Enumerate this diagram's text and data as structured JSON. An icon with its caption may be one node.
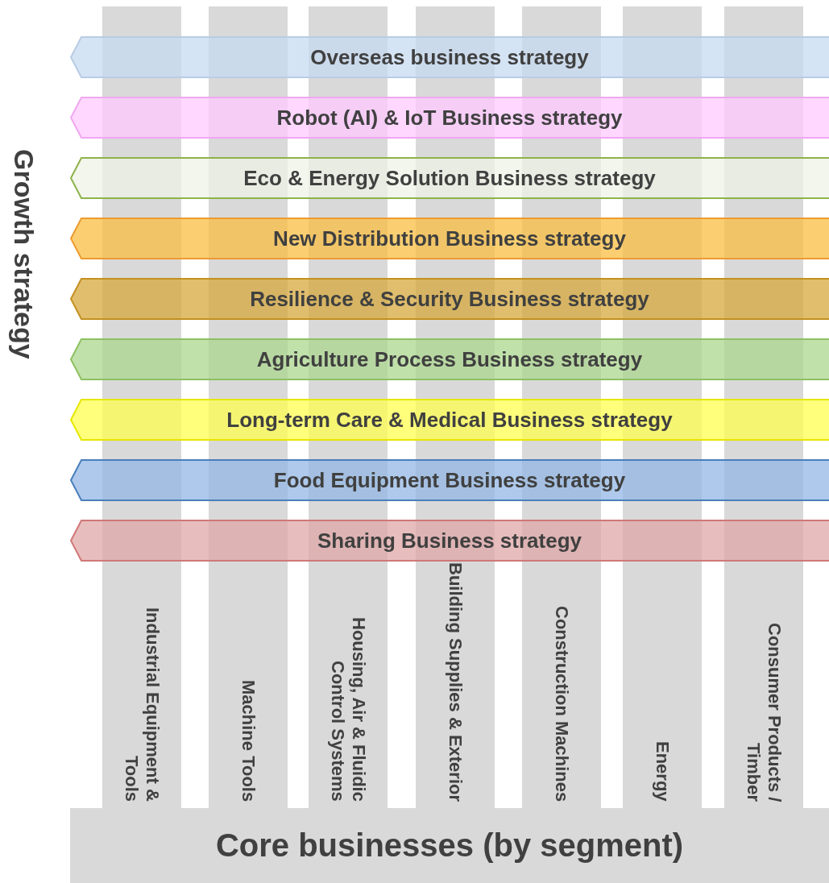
{
  "diagram": {
    "nodes": [
      {
        "text": [
          "Overseas business strategy"
        ]
      },
      {
        "text": [
          "Robot (AI) & IoT Business strategy"
        ]
      },
      {
        "text": [
          "Eco & Energy Solution Business strategy"
        ]
      },
      {
        "text": [
          "New Distribution Business strategy"
        ]
      },
      {
        "text": [
          "Resilience & Security Business strategy"
        ]
      },
      {
        "text": [
          "Agriculture Process Business strategy"
        ]
      },
      {
        "text": [
          "Long-term Care & Medical Business strategy"
        ]
      },
      {
        "text": [
          "Food Equipment Business strategy"
        ]
      },
      {
        "text": [
          "Sharing Business strategy"
        ]
      },
      {
        "text": [
          "Industrial Equipment & Tools"
        ]
      },
      {
        "text": [
          "Machine Tools"
        ]
      },
      {
        "text": [
          "Housing, Air & Fluidic Control Systems"
        ]
      },
      {
        "text": [
          "Building Supplies & Exterior"
        ]
      },
      {
        "text": [
          "Construction Machines"
        ]
      },
      {
        "text": [
          "Energy"
        ]
      },
      {
        "text": [
          "Consumer Products / Timber"
        ]
      },
      {
        "text": [
          "Core businesses (by segment)"
        ]
      }
    ],
    "labels": [
      "Growth strategy"
    ]
  }
}
